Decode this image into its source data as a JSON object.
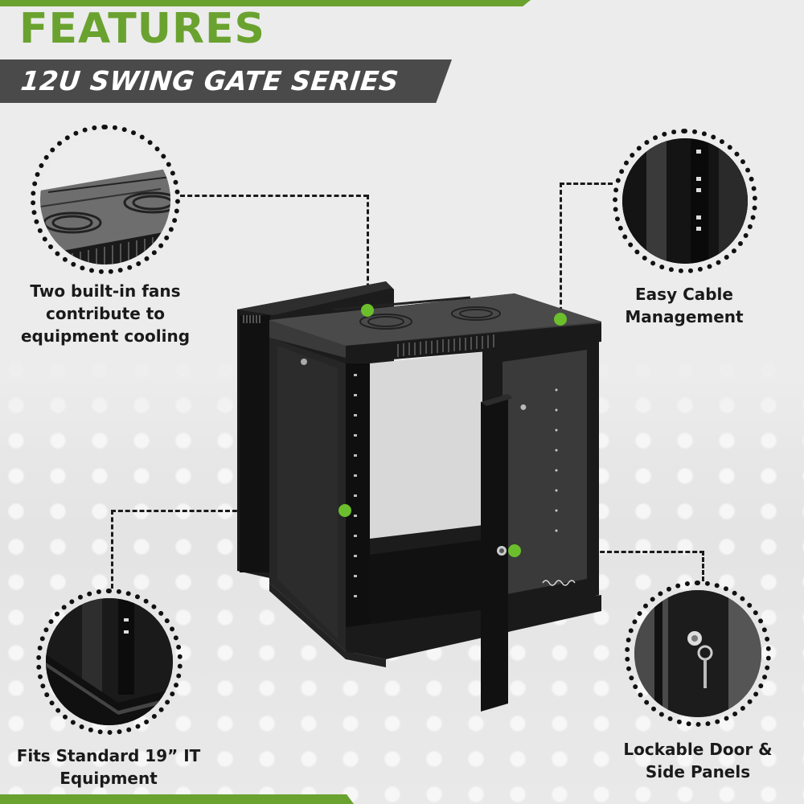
{
  "header": {
    "title": "FEATURES",
    "subtitle": "12U SWING GATE SERIES"
  },
  "colors": {
    "accent_green": "#6aa22f",
    "dot_green": "#6cbf2c",
    "banner_gray": "#4a4a4a",
    "text_dark": "#1a1a1a",
    "background": "#ececec"
  },
  "product": {
    "name": "12U swing gate wall-mount network cabinet",
    "image_icon": "server-rack-cabinet-icon"
  },
  "features": [
    {
      "id": "fans",
      "line1": "Two built-in fans",
      "line2": "contribute to",
      "line3": "equipment cooling",
      "detail_icon": "cooling-fan-top-panel-icon"
    },
    {
      "id": "cable",
      "line1": "Easy Cable",
      "line2": "Management",
      "detail_icon": "rack-rail-cable-management-icon"
    },
    {
      "id": "rack",
      "line1": "Fits Standard 19” IT",
      "line2": "Equipment",
      "detail_icon": "rack-base-corner-icon"
    },
    {
      "id": "lock",
      "line1": "Lockable Door &",
      "line2": "Side Panels",
      "detail_icon": "door-lock-key-icon"
    }
  ]
}
